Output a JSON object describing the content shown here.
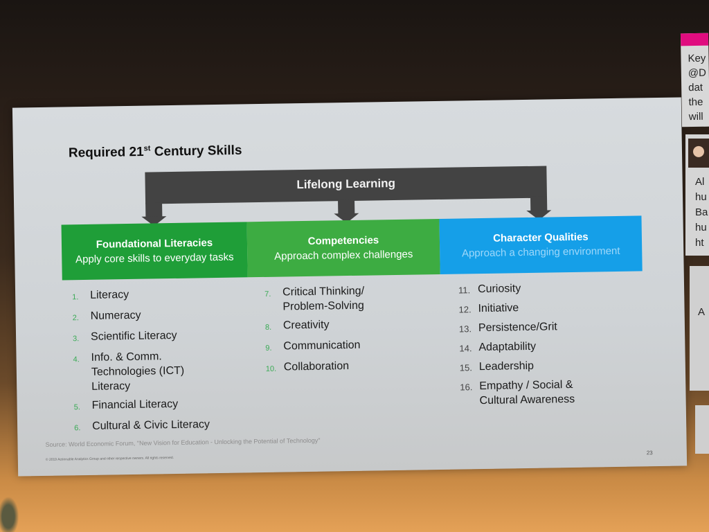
{
  "slide": {
    "title": "Required 21",
    "title_sup": "st",
    "title_rest": " Century Skills",
    "top_label": "Lifelong Learning",
    "bands": [
      {
        "title": "Foundational Literacies",
        "subtitle": "Apply core skills to everyday tasks",
        "color": "#1f9e38"
      },
      {
        "title": "Competencies",
        "subtitle": "Approach complex challenges",
        "color": "#3dac42"
      },
      {
        "title": "Character Qualities",
        "subtitle": "Approach a changing environment",
        "color": "#159fe8"
      }
    ],
    "columns": [
      [
        {
          "num": "1.",
          "text": "Literacy"
        },
        {
          "num": "2.",
          "text": "Numeracy"
        },
        {
          "num": "3.",
          "text": "Scientific Literacy"
        },
        {
          "num": "4.",
          "text": "Info. & Comm. Technologies (ICT) Literacy"
        },
        {
          "num": "5.",
          "text": "Financial Literacy"
        },
        {
          "num": "6.",
          "text": "Cultural & Civic Literacy"
        }
      ],
      [
        {
          "num": "7.",
          "text": "Critical Thinking/ Problem-Solving"
        },
        {
          "num": "8.",
          "text": "Creativity"
        },
        {
          "num": "9.",
          "text": "Communication"
        },
        {
          "num": "10.",
          "text": "Collaboration"
        }
      ],
      [
        {
          "num": "11.",
          "text": "Curiosity"
        },
        {
          "num": "12.",
          "text": "Initiative"
        },
        {
          "num": "13.",
          "text": "Persistence/Grit"
        },
        {
          "num": "14.",
          "text": "Adaptability"
        },
        {
          "num": "15.",
          "text": "Leadership"
        },
        {
          "num": "16.",
          "text": "Empathy / Social & Cultural Awareness"
        }
      ]
    ],
    "source": "Source: World Economic Forum, \"New Vision for Education - Unlocking the Potential of Technology\"",
    "copyright": "© 2019 Actionable Analytics Group and other respective owners. All rights reserved.",
    "page_number": "23"
  },
  "side": {
    "panel1_text": "Key @D dat the will",
    "panel2_text": "Al hu Ba hu ht",
    "panel3_text": "A"
  }
}
